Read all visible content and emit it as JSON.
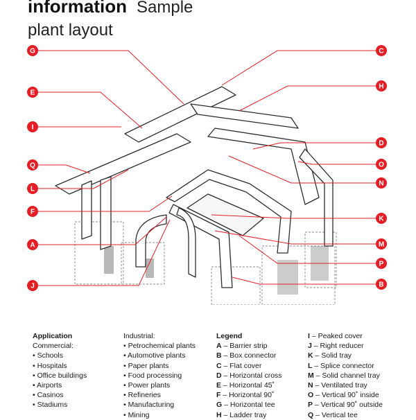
{
  "title": {
    "bold": "information",
    "light": "Sample",
    "line2": "plant layout"
  },
  "callouts": [
    "A",
    "B",
    "C",
    "D",
    "E",
    "F",
    "G",
    "H",
    "I",
    "J",
    "K",
    "L",
    "M",
    "N",
    "O",
    "P",
    "Q"
  ],
  "colors": {
    "accent": "#e31e24",
    "line": "#2a2a2a",
    "dash": "#888888"
  },
  "application": {
    "heading": "Application",
    "commercial_label": "Commercial:",
    "commercial": [
      "• Schools",
      "• Hospitals",
      "•  Office  buildings",
      "• Airports",
      "• Casinos",
      "• Stadiums"
    ],
    "industrial_label": "Industrial:",
    "industrial": [
      "•  Petrochemical  plants",
      "• Automotive plants",
      "• Paper plants",
      "• Food processing",
      "• Power plants",
      "• Refineries",
      "• Manufacturing",
      "• Mining"
    ]
  },
  "legend": {
    "heading": "Legend",
    "items_left": [
      {
        "key": "A",
        "text": " – Barrier strip"
      },
      {
        "key": "B",
        "text": " – Box connector"
      },
      {
        "key": "C",
        "text": " – Flat cover"
      },
      {
        "key": "D",
        "text": " – Horizontal cross"
      },
      {
        "key": "E",
        "text": " – Horizontal 45˚"
      },
      {
        "key": "F",
        "text": " – Horizontal 90˚"
      },
      {
        "key": "G",
        "text": " – Horizontal tee"
      },
      {
        "key": "H",
        "text": " – Ladder tray"
      }
    ],
    "items_right": [
      {
        "key": "I",
        "text": " – Peaked cover"
      },
      {
        "key": "J",
        "text": " – Right reducer"
      },
      {
        "key": "K",
        "text": " – Solid tray"
      },
      {
        "key": "L",
        "text": " – Splice connector"
      },
      {
        "key": "M",
        "text": " – Solid channel tray"
      },
      {
        "key": "N",
        "text": " – Ventilated tray"
      },
      {
        "key": "O",
        "text": " – Vertical 90˚ inside"
      },
      {
        "key": "P",
        "text": " – Vertical 90˚ outside"
      },
      {
        "key": "Q",
        "text": " – Vertical tee"
      }
    ]
  }
}
